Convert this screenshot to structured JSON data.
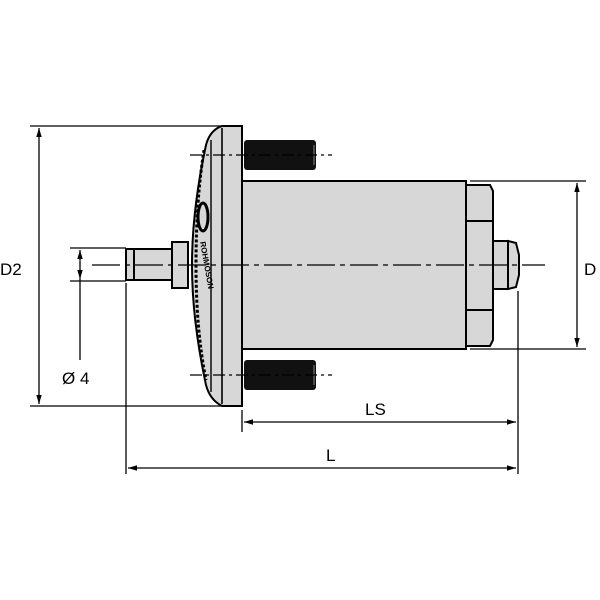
{
  "diagram": {
    "type": "technical-drawing",
    "subject": "tool holder / mounting adapter side view",
    "colors": {
      "part_fill": "#d7d7d7",
      "line": "#000000",
      "background": "#ffffff"
    },
    "dimensions": {
      "d2": "D2",
      "d": "D",
      "diameter": "Ø 4",
      "ls": "LS",
      "l": "L"
    },
    "flange_marking": {
      "logo": "logo",
      "brand_text": "ROHMOSON"
    }
  }
}
